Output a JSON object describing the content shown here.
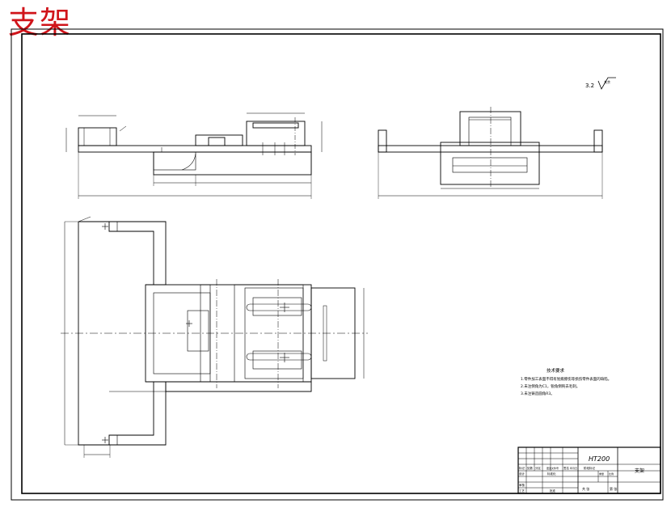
{
  "stamp_title": "支架",
  "surface_symbol": {
    "value": "3.2",
    "note": "其余"
  },
  "technical_requirements": {
    "heading": "技术要求",
    "items": [
      "1.零件加工表面不得有划痕擦伤等损伤零件表面的缺陷。",
      "2.未注倒角为C1，锐角倒钝去毛刺。",
      "3.未注铸造圆角R3。"
    ]
  },
  "title_block": {
    "material": "HT200",
    "part_name": "支架",
    "row_labels": [
      "标记",
      "处数",
      "分区",
      "更改文件号",
      "签名",
      "年月日"
    ],
    "bottom_labels": [
      "设计",
      "标准化",
      "审核",
      "工艺",
      "批准"
    ],
    "stage_label": "阶段标记",
    "weight_label": "重量",
    "scale_label": "比例",
    "sheet_label": "共 张",
    "sheet_of": "第 张"
  }
}
